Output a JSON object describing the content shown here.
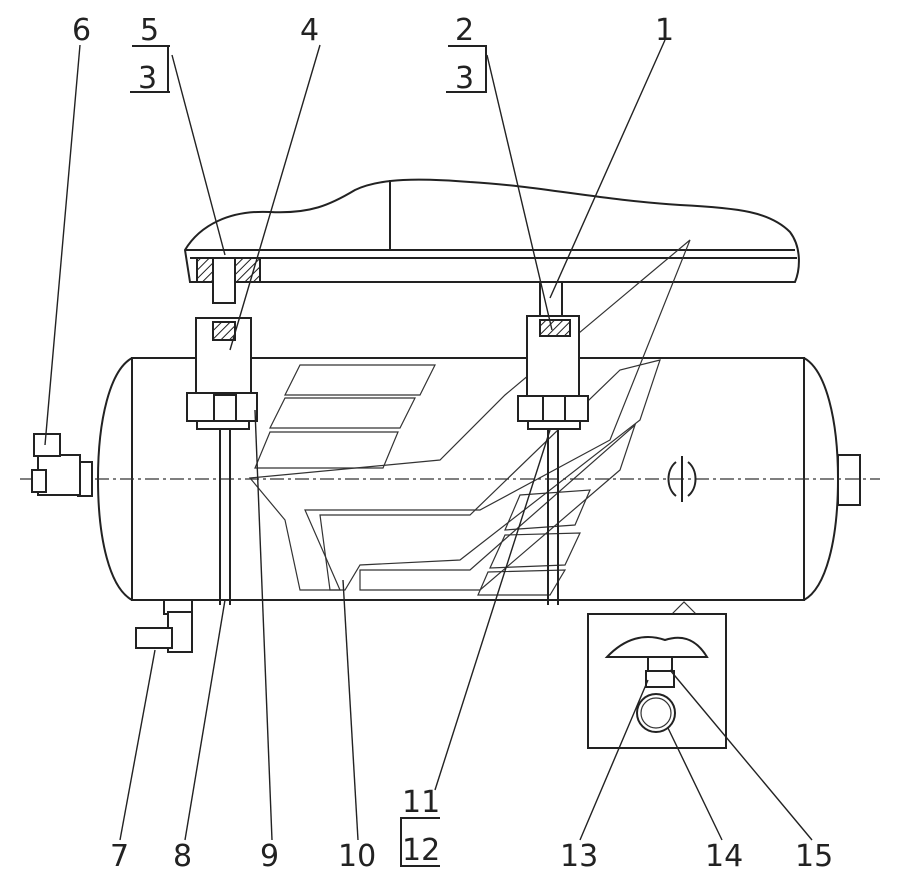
{
  "callouts": {
    "c1": "1",
    "c2": "2",
    "c3a": "3",
    "c3b": "3",
    "c4": "4",
    "c5": "5",
    "c6": "6",
    "c7": "7",
    "c8": "8",
    "c9": "9",
    "c10": "10",
    "c11": "11",
    "c12": "12",
    "c13": "13",
    "c14": "14",
    "c15": "15"
  }
}
